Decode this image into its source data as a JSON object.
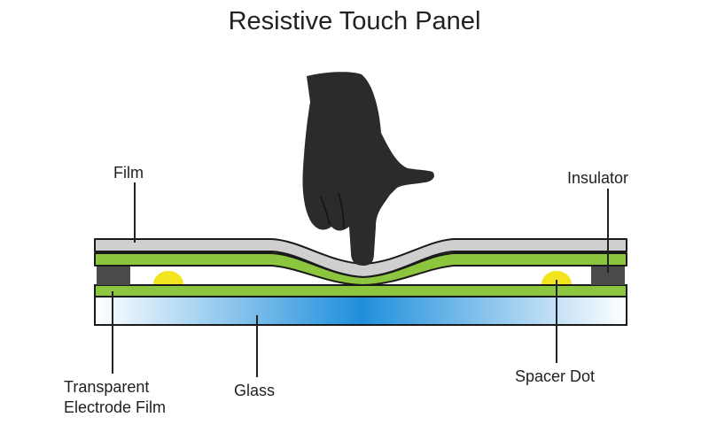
{
  "title": "Resistive Touch Panel",
  "labels": {
    "film": "Film",
    "insulator": "Insulator",
    "electrode_line1": "Transparent",
    "electrode_line2": "Electrode Film",
    "glass": "Glass",
    "spacer_dot": "Spacer Dot"
  },
  "colors": {
    "film_gray": "#cfcfcf",
    "electrode_green": "#8cc63f",
    "glass_blue": "#1f8fdc",
    "spacer_yellow": "#f2e51f",
    "insulator_dark": "#4a4a4a",
    "hand": "#2b2b2b",
    "outline": "#1a1a1a"
  },
  "icons": {
    "hand": "pointing-finger-icon"
  }
}
